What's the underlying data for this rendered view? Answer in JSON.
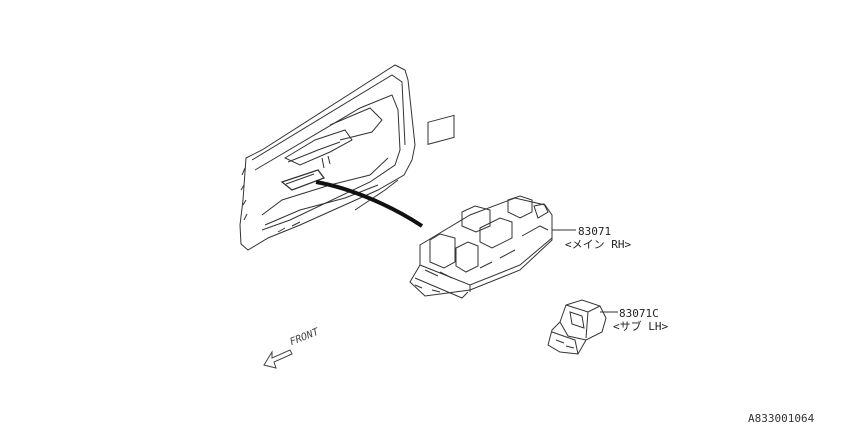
{
  "callouts": [
    {
      "part_number": "83071",
      "description": "<メイン RH>"
    },
    {
      "part_number": "83071C",
      "description": "<サブ LH>"
    }
  ],
  "front_label": "FRONT",
  "diagram_code": "A833001064",
  "colors": {
    "line": "#333333",
    "background": "#ffffff"
  }
}
